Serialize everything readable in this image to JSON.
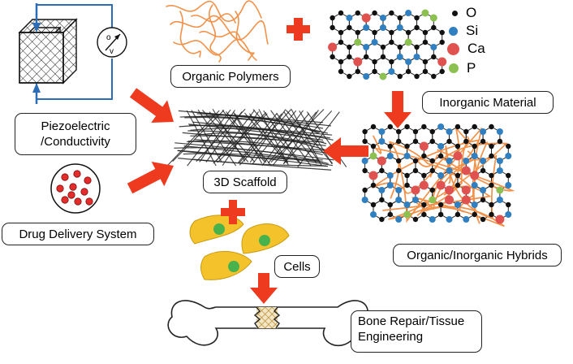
{
  "labels": {
    "piezo_line1": "Piezoelectric",
    "piezo_line2": "/Conductivity",
    "drug": "Drug Delivery System",
    "polymers": "Organic Polymers",
    "inorganic": "Inorganic Material",
    "scaffold": "3D Scaffold",
    "hybrids": "Organic/Inorganic Hybrids",
    "cells": "Cells",
    "bone_line1": "Bone Repair/Tissue",
    "bone_line2": "Engineering"
  },
  "meter": {
    "line1": "o",
    "line2": "v"
  },
  "legend": [
    {
      "symbol": "O",
      "color": "#111111"
    },
    {
      "symbol": "Si",
      "color": "#2f7fc1"
    },
    {
      "symbol": "Ca",
      "color": "#e0524f"
    },
    {
      "symbol": "P",
      "color": "#8cc152"
    }
  ],
  "colors": {
    "arrow": "#ee3a1f",
    "plus": "#ee3a1f",
    "polymer": "#f2914a",
    "wire": "#2d6db5",
    "cell": "#f4c22b",
    "nucleus": "#48b24c",
    "bone_fill": "#ffffff",
    "scaffold": "#222222",
    "drug_dot": "#e42c2c"
  }
}
